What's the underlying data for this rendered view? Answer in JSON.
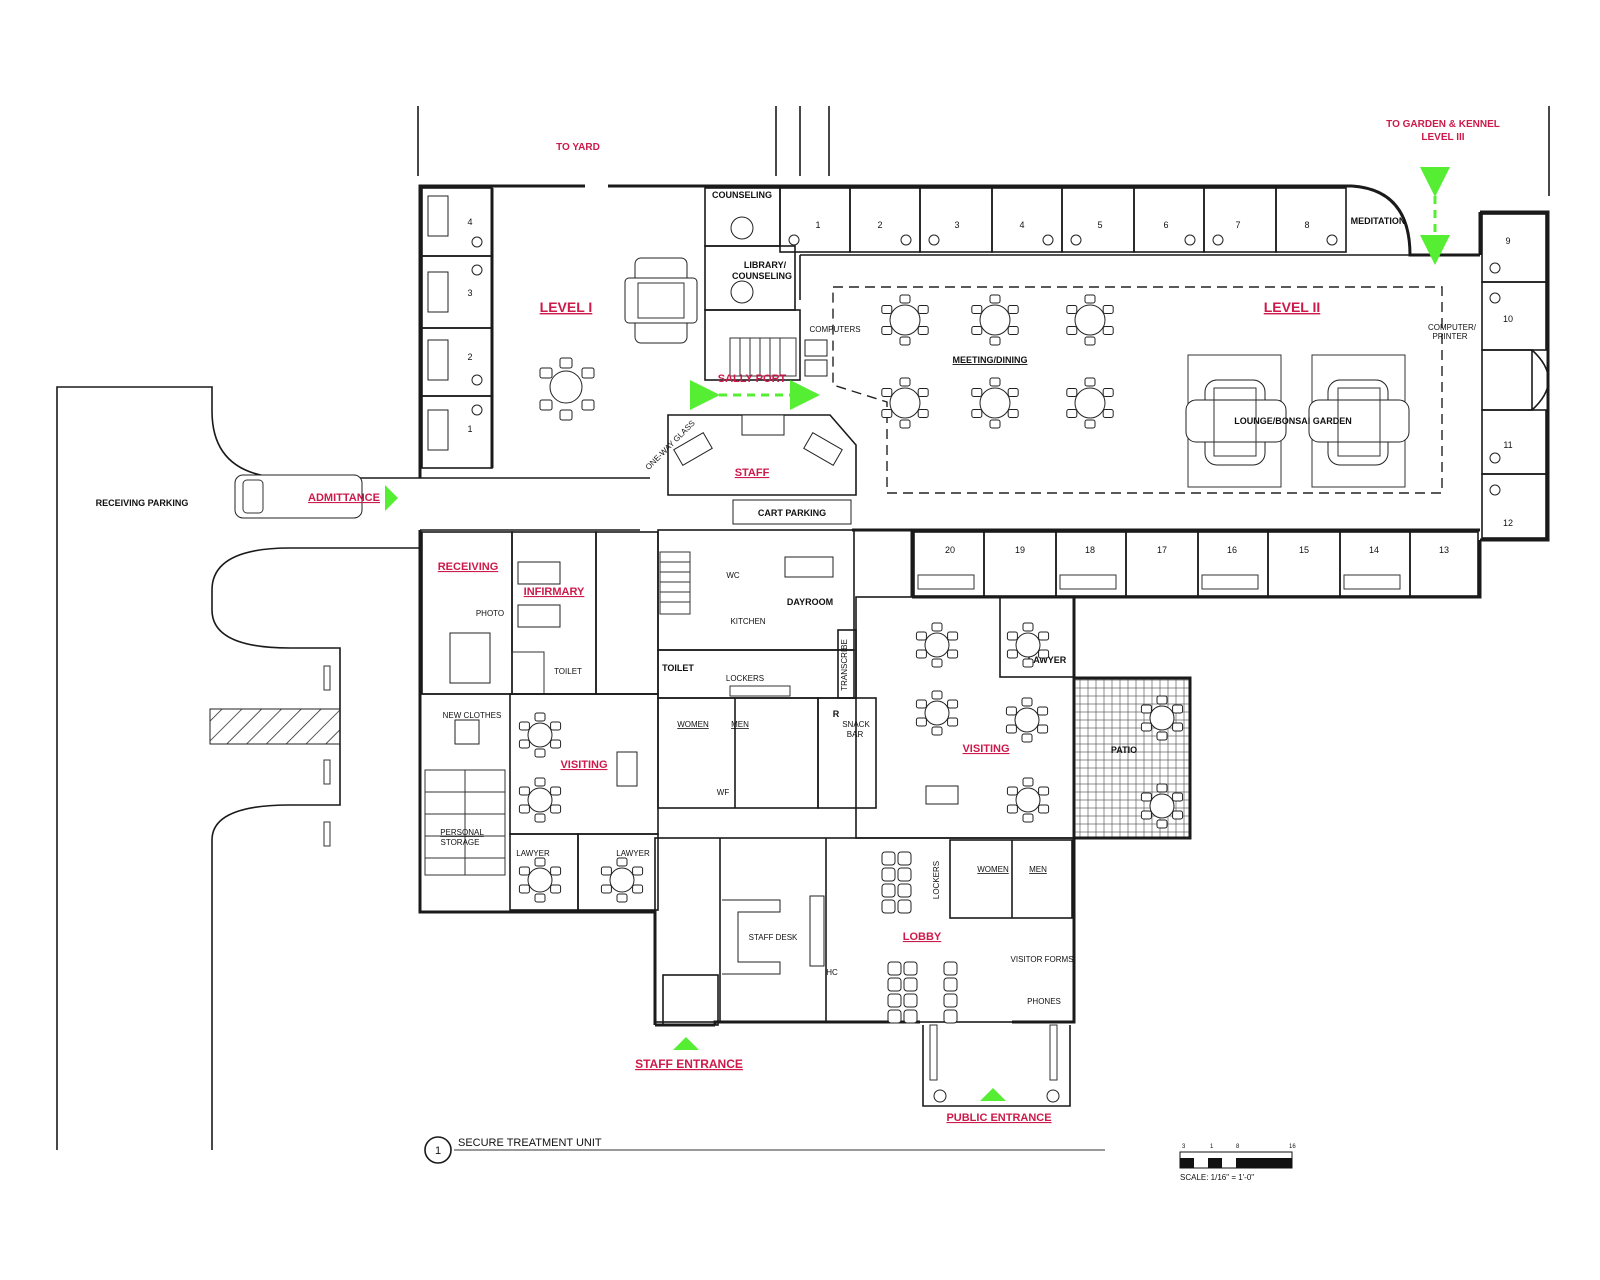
{
  "labels": {
    "to_yard": "TO YARD",
    "to_garden": "TO GARDEN & KENNEL",
    "level_iii": "LEVEL III",
    "counseling": "COUNSELING",
    "library_counseling_1": "LIBRARY/",
    "library_counseling_2": "COUNSELING",
    "level_i": "LEVEL I",
    "level_ii": "LEVEL II",
    "computers": "COMPUTERS",
    "computer_printer_1": "COMPUTER/",
    "computer_printer_2": "PRINTER",
    "meditation": "MEDITATION",
    "meeting_dining": "MEETING/DINING",
    "lounge_bonsai": "LOUNGE/BONSAI GARDEN",
    "sally_port": "SALLY PORT",
    "one_way_glass": "ONE-WAY GLASS",
    "staff": "STAFF",
    "cart_parking": "CART PARKING",
    "admittance": "ADMITTANCE",
    "receiving_parking": "RECEIVING PARKING",
    "receiving": "RECEIVING",
    "infirmary": "INFIRMARY",
    "photo": "PHOTO",
    "toilet": "TOILET",
    "new_clothes": "NEW CLOTHES",
    "personal_storage_1": "PERSONAL",
    "personal_storage_2": "STORAGE",
    "visiting": "VISITING",
    "lawyer": "LAWYER",
    "wc": "WC",
    "kitchen": "KITCHEN",
    "dayroom": "DAYROOM",
    "lockers": "LOCKERS",
    "transcribe": "TRANSCRIBE",
    "women": "WOMEN",
    "men": "MEN",
    "wf": "WF",
    "r": "R",
    "snack_bar_1": "SNACK",
    "snack_bar_2": "BAR",
    "patio": "PATIO",
    "staff_desk": "STAFF DESK",
    "hc": "HC",
    "lobby": "LOBBY",
    "visitor_forms": "VISITOR FORMS",
    "phones": "PHONES",
    "staff_entrance": "STAFF ENTRANCE",
    "public_entrance": "PUBLIC ENTRANCE",
    "drawing_number": "1",
    "drawing_title": "SECURE TREATMENT UNIT",
    "scale_ticks": [
      "3",
      "1",
      "8",
      "16"
    ],
    "scale_text": "SCALE: 1/16\" = 1'-0\""
  },
  "level_i_rooms": [
    "4",
    "3",
    "2",
    "1"
  ],
  "level_ii_top_rooms": [
    "1",
    "2",
    "3",
    "4",
    "5",
    "6",
    "7",
    "8"
  ],
  "level_ii_right_rooms": [
    "9",
    "10",
    "11",
    "12"
  ],
  "level_ii_bottom_rooms": [
    "20",
    "19",
    "18",
    "17",
    "16",
    "15",
    "14",
    "13"
  ],
  "colors": {
    "label_red": "#cc1a4a",
    "arrow_green": "#55ee33",
    "line": "#1a1a1a"
  }
}
